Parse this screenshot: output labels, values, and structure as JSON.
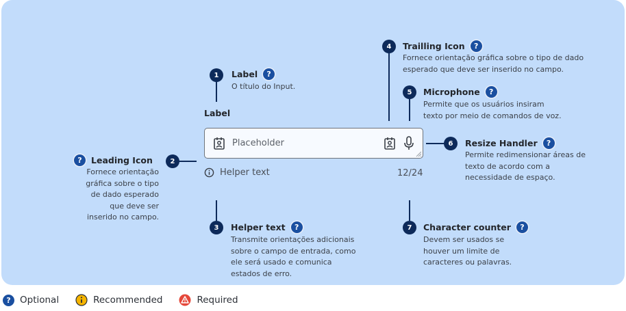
{
  "field": {
    "label": "Label",
    "placeholder": "Placeholder",
    "helper_text": "Helper text",
    "counter": "12/24"
  },
  "annotations": [
    {
      "number": "1",
      "title": "Label",
      "description": "O título do Input.",
      "status": "optional"
    },
    {
      "number": "2",
      "title": "Leading Icon",
      "description": "Fornece orientação\ngráfica sobre o tipo\nde dado esperado\nque deve ser\ninserido no campo.",
      "status": "optional"
    },
    {
      "number": "3",
      "title": "Helper text",
      "description": "Transmite orientações adicionais\nsobre o campo de entrada, como\nele será usado e comunica\nestados de erro.",
      "status": "optional"
    },
    {
      "number": "4",
      "title": "Trailling Icon",
      "description": "Fornece orientação gráfica sobre o tipo de dado\nesperado que deve ser inserido no campo.",
      "status": "optional"
    },
    {
      "number": "5",
      "title": "Microphone",
      "description": "Permite que os usuários insiram\ntexto por meio de comandos de voz.",
      "status": "optional"
    },
    {
      "number": "6",
      "title": "Resize Handler",
      "description": "Permite redimensionar áreas de\ntexto de acordo com a\nnecessidade de espaço.",
      "status": "optional"
    },
    {
      "number": "7",
      "title": "Character counter",
      "description": "Devem ser usados se\nhouver um limite de\ncaracteres ou palavras.",
      "status": "optional"
    }
  ],
  "legend": [
    {
      "label": "Optional",
      "icon": "question-icon",
      "color": "#1a4fa0"
    },
    {
      "label": "Recommended",
      "icon": "info-icon",
      "color": "#f5b400"
    },
    {
      "label": "Required",
      "icon": "warning-icon",
      "color": "#e5483a"
    }
  ],
  "colors": {
    "panel": "#c2dcfb",
    "badge": "#0d2a5a",
    "optional": "#1a4fa0"
  }
}
